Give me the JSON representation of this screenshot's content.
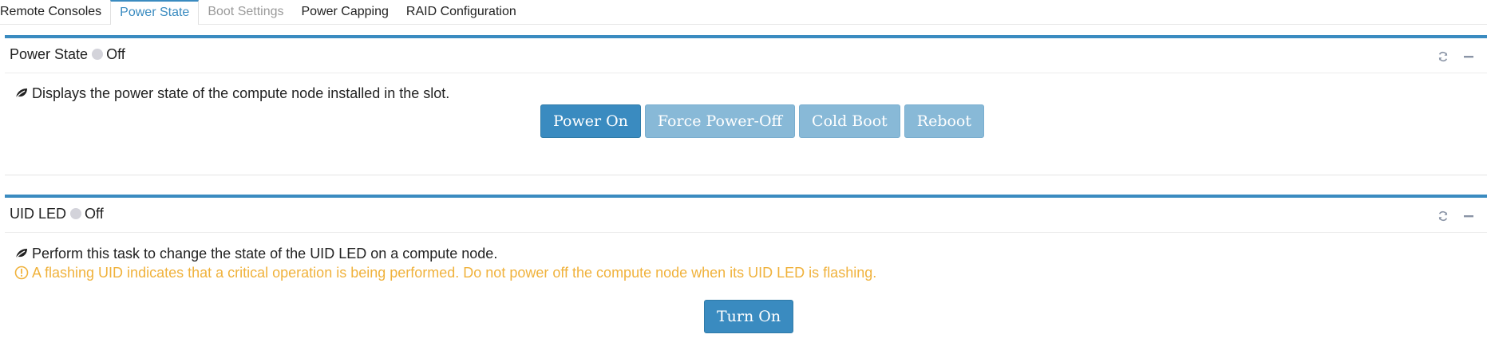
{
  "tabs": [
    {
      "label": "Remote Consoles",
      "state": "normal"
    },
    {
      "label": "Power State",
      "state": "active"
    },
    {
      "label": "Boot Settings",
      "state": "disabled"
    },
    {
      "label": "Power Capping",
      "state": "normal"
    },
    {
      "label": "RAID Configuration",
      "state": "normal"
    }
  ],
  "power_panel": {
    "title": "Power State",
    "status": "Off",
    "description": "Displays the power state of the compute node installed in the slot.",
    "buttons": {
      "power_on": "Power On",
      "force_power_off": "Force Power-Off",
      "cold_boot": "Cold Boot",
      "reboot": "Reboot"
    }
  },
  "uid_panel": {
    "title": "UID LED",
    "status": "Off",
    "description": "Perform this task to change the state of the UID LED on a compute node.",
    "warning": "A flashing UID indicates that a critical operation is being performed. Do not power off the compute node when its UID LED is flashing.",
    "buttons": {
      "turn_on": "Turn On"
    }
  },
  "colors": {
    "accent": "#3a8bc0",
    "button_primary": "#3a8bc0",
    "button_disabled": "#88b9d7",
    "warning": "#f0b23c",
    "status_off": "#d3d3da"
  },
  "icons": {
    "refresh": "refresh-icon",
    "collapse": "minimize-icon",
    "leaf": "leaf-icon",
    "warning": "warning-circle-icon"
  }
}
